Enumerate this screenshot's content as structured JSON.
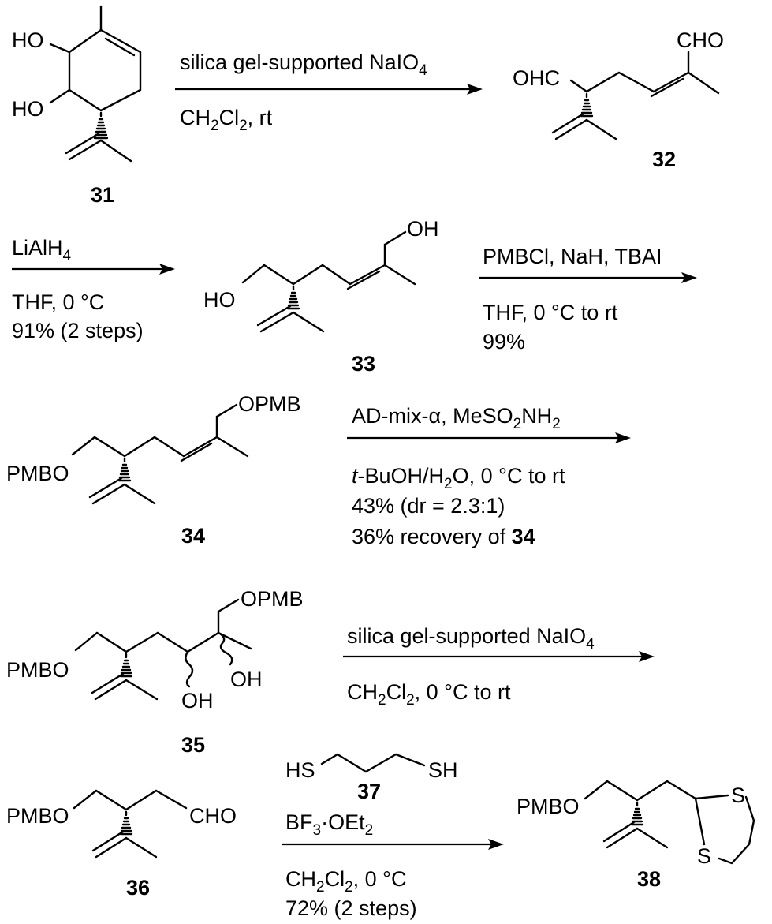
{
  "compounds": {
    "c31": {
      "id": "31",
      "labels": {
        "ho_top": "HO",
        "ho_bottom": "HO"
      }
    },
    "c32": {
      "id": "32",
      "labels": {
        "cho": "CHO",
        "ohc": "OHC"
      }
    },
    "c33": {
      "id": "33",
      "labels": {
        "oh": "OH",
        "ho": "HO"
      }
    },
    "c34": {
      "id": "34",
      "labels": {
        "opmb": "OPMB",
        "pmbo": "PMBO"
      }
    },
    "c35": {
      "id": "35",
      "labels": {
        "opmb": "OPMB",
        "pmbo": "PMBO",
        "oh_right": "OH",
        "oh_left": "OH"
      }
    },
    "c36": {
      "id": "36",
      "labels": {
        "pmbo": "PMBO",
        "cho": "CHO"
      }
    },
    "c37": {
      "id": "37",
      "labels": {
        "hs": "HS",
        "sh": "SH"
      }
    },
    "c38": {
      "id": "38",
      "labels": {
        "pmbo": "PMBO",
        "s_top": "S",
        "s_bottom": "S"
      }
    }
  },
  "steps": [
    {
      "id": "step1",
      "above": "silica gel-supported NaIO",
      "above_sub": "4",
      "below": [
        "CH2Cl2, rt"
      ]
    },
    {
      "id": "step2",
      "above": "LiAlH",
      "above_sub": "4",
      "below": [
        "THF,  0 °C",
        "91% (2 steps)"
      ]
    },
    {
      "id": "step3",
      "above": "PMBCl, NaH, TBAI",
      "below": [
        "THF,  0 °C to rt",
        "99%"
      ]
    },
    {
      "id": "step4",
      "above": "AD-mix-α, MeSO2NH2",
      "below": [
        "t-BuOH/H2O, 0 °C to rt",
        "43% (dr = 2.3:1)",
        "36% recovery of 34"
      ]
    },
    {
      "id": "step5",
      "above": "silica gel-supported NaIO",
      "above_sub": "4",
      "below": [
        "CH2Cl2, 0 °C to rt"
      ]
    },
    {
      "id": "step6",
      "above": "BF3·OEt2",
      "below": [
        "CH2Cl2, 0 °C",
        "72% (2 steps)"
      ]
    }
  ],
  "text": {
    "s1_a_pre": "silica gel-supported NaIO",
    "s1_a_sub": "4",
    "s1_b1": "CH",
    "s1_b_sub1": "2",
    "s1_b2": "Cl",
    "s1_b_sub2": "2",
    "s1_b3": ", rt",
    "s2_a_pre": "LiAlH",
    "s2_a_sub": "4",
    "s2_b": "THF,  0 °C",
    "s2_c": "91% (2 steps)",
    "s3_a": "PMBCl, NaH, TBAI",
    "s3_b": "THF,  0 °C to rt",
    "s3_c": "99%",
    "s4_a1": "AD-mix-α, MeSO",
    "s4_a_sub1": "2",
    "s4_a2": "NH",
    "s4_a_sub2": "2",
    "s4_b_it": "t",
    "s4_b1": "-BuOH/H",
    "s4_b_sub": "2",
    "s4_b2": "O, 0 °C to rt",
    "s4_c": "43% (dr = 2.3:1)",
    "s4_d_pre": "36% recovery of ",
    "s4_d_bold": "34",
    "s5_a_pre": "silica gel-supported NaIO",
    "s5_a_sub": "4",
    "s5_b1": "CH",
    "s5_b_sub1": "2",
    "s5_b2": "Cl",
    "s5_b_sub2": "2",
    "s5_b3": ", 0 °C to rt",
    "s6_a1": "BF",
    "s6_a_sub1": "3",
    "s6_a2": "·OEt",
    "s6_a_sub2": "2",
    "s6_b1": "CH",
    "s6_b_sub1": "2",
    "s6_b2": "Cl",
    "s6_b_sub2": "2",
    "s6_b3": ", 0 °C",
    "s6_c": "72% (2 steps)"
  }
}
